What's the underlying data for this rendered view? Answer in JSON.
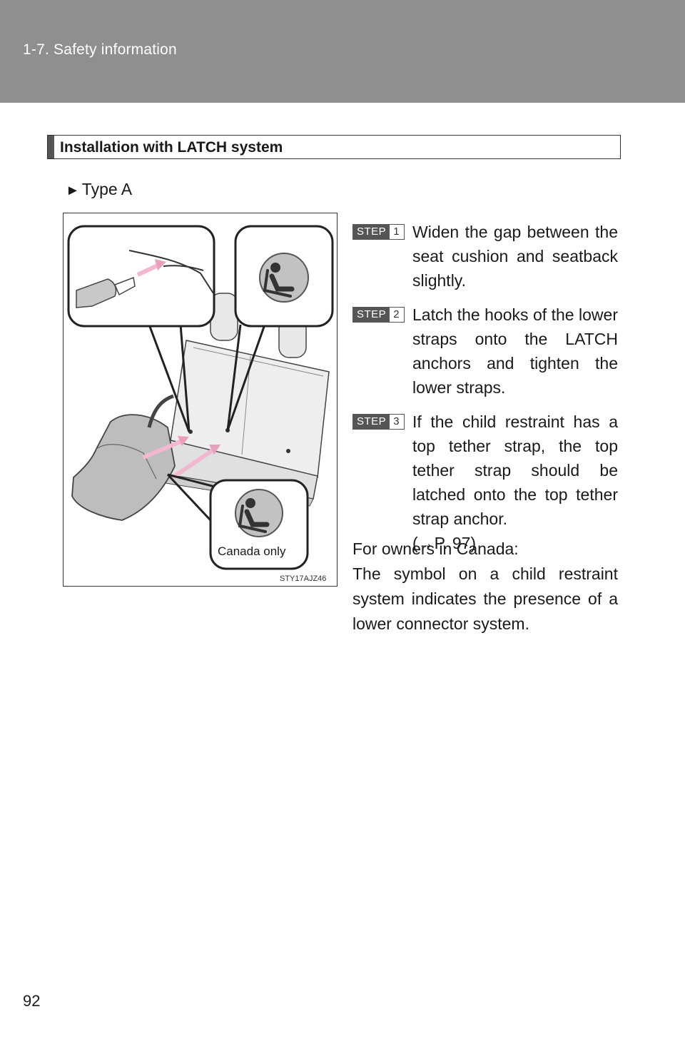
{
  "header": {
    "section": "1-7. Safety information"
  },
  "section_heading": "Installation with LATCH system",
  "type_label": "Type A",
  "figure": {
    "caption_canada": "Canada only",
    "code": "STY17AJZ46"
  },
  "steps": [
    {
      "badge": "STEP",
      "number": "1",
      "text": "Widen the gap between the seat cushion and seatback slightly."
    },
    {
      "badge": "STEP",
      "number": "2",
      "text": "Latch the hooks of the lower straps onto the LATCH anchors and tighten the lower straps."
    },
    {
      "badge": "STEP",
      "number": "3",
      "text": "If the child restraint has a top tether strap, the top tether strap should be latched onto the top tether strap anchor.",
      "ref": "(→P. 97)"
    }
  ],
  "note": {
    "title": "For owners in Canada:",
    "body": "The symbol on a child restraint system indicates the presence of a lower connector system."
  },
  "page_number": "92"
}
